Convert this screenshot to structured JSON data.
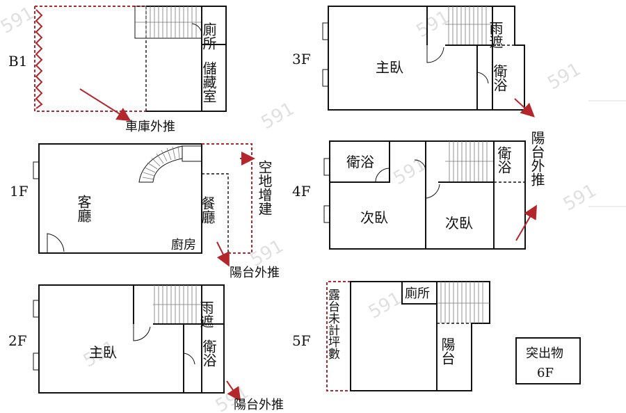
{
  "floors": {
    "b1": "B1",
    "f1": "1F",
    "f2": "2F",
    "f3": "3F",
    "f4": "4F",
    "f5": "5F"
  },
  "rooms": {
    "b1_toilet": "廁所",
    "b1_storage": "儲藏室",
    "f1_living": "客廳",
    "f1_dining": "餐廳",
    "f1_kitchen": "廚房",
    "f2_canopy": "雨遮",
    "f2_master": "主臥",
    "f2_bath": "衛浴",
    "f3_canopy": "雨遮",
    "f3_master": "主臥",
    "f3_bath": "衛浴",
    "f4_bath1": "衛浴",
    "f4_bath2": "衛浴",
    "f4_second1": "次臥",
    "f4_second2": "次臥",
    "f5_toilet": "廁所",
    "f5_balcony": "陽台",
    "f5_terrace": "露台未計坪數"
  },
  "annotations": {
    "garage_extend": "車庫外推",
    "open_space": "空地增建",
    "balcony_extend_1f": "陽台外推",
    "balcony_extend_2f": "陽台外推",
    "balcony_extend_34f": "陽台外推"
  },
  "legend": {
    "protrusion": "突出物",
    "floor": "6F"
  },
  "watermark": "591",
  "colors": {
    "wall": "#111111",
    "annotation_red": "#b3262b",
    "watermark": "#c8c8c8"
  }
}
